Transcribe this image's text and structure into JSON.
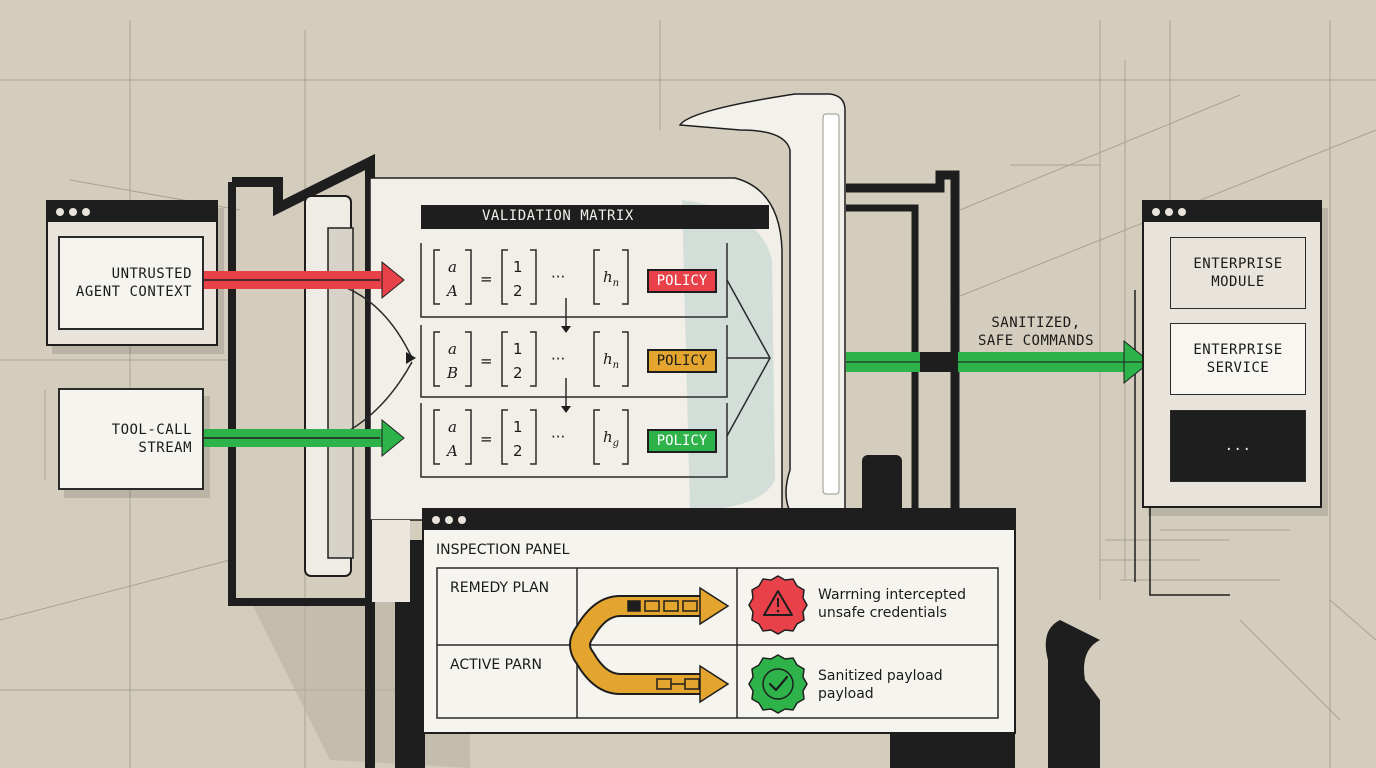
{
  "sources": {
    "untrusted": "UNTRUSTED\nAGENT CONTEXT",
    "toolcall": "TOOL-CALL\nSTREAM"
  },
  "matrix": {
    "title": "VALIDATION MATRIX",
    "rows": [
      {
        "v1": "a",
        "v2": "A",
        "eq": "=",
        "n1": "1",
        "n2": "2",
        "dots": "···",
        "h": "h",
        "sub": "n",
        "policy": "POLICY",
        "policy_color": "#e8414a"
      },
      {
        "v1": "a",
        "v2": "B",
        "eq": "=",
        "n1": "1",
        "n2": "2",
        "dots": "···",
        "h": "h",
        "sub": "n",
        "policy": "POLICY",
        "policy_color": "#e3a52d"
      },
      {
        "v1": "a",
        "v2": "A",
        "eq": "=",
        "n1": "1",
        "n2": "2",
        "dots": "···",
        "h": "h",
        "sub": "g",
        "policy": "POLICY",
        "policy_color": "#2db34a"
      }
    ]
  },
  "output_label": "SANITIZED,\nSAFE COMMANDS",
  "enterprise": {
    "module": "ENTERPRISE\nMODULE",
    "service": "ENTERPRISE\nSERVICE",
    "more": "..."
  },
  "inspection": {
    "title": "INSPECTION PANEL",
    "remedy": "REMEDY PLAN",
    "active": "ACTIVE PARN",
    "warning": "Warrning intercepted\nunsafe credentials",
    "sanitized": "Sanitized payload\npayload"
  },
  "colors": {
    "red": "#e8414a",
    "green": "#2db34a",
    "amber": "#e3a52d",
    "dark": "#1e1e1e",
    "bg": "#d4cdbd"
  },
  "icons": [
    "warning-icon",
    "check-icon",
    "chain-icon"
  ]
}
